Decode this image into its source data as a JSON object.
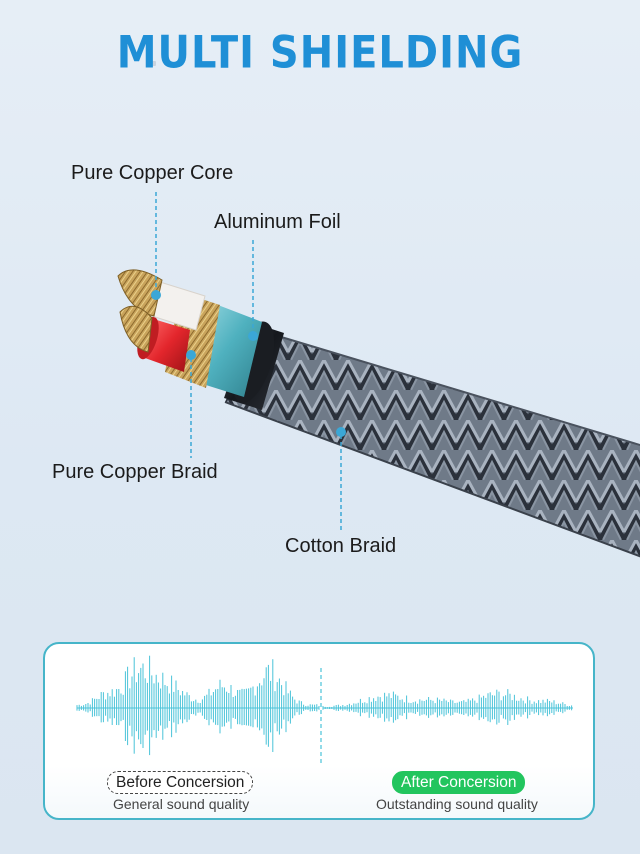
{
  "title": "MULTI SHIELDING",
  "labels": {
    "core": "Pure Copper Core",
    "foil": "Aluminum Foil",
    "copper_braid": "Pure Copper Braid",
    "cotton_braid": "Cotton Braid"
  },
  "comparison": {
    "before": {
      "badge": "Before Concersion",
      "caption": "General sound quality"
    },
    "after": {
      "badge": "After Concersion",
      "caption": "Outstanding sound quality"
    }
  },
  "colors": {
    "title": "#1f8fd6",
    "callout_line": "#3ba7d6",
    "waveform": "#4ac3d8",
    "panel_border": "#46b5c9",
    "after_badge": "#22c55e",
    "copper_braid_jacket": "#e3262c",
    "foil_sleeve": "#59b9c5",
    "cotton_braid": "#7b8593"
  }
}
